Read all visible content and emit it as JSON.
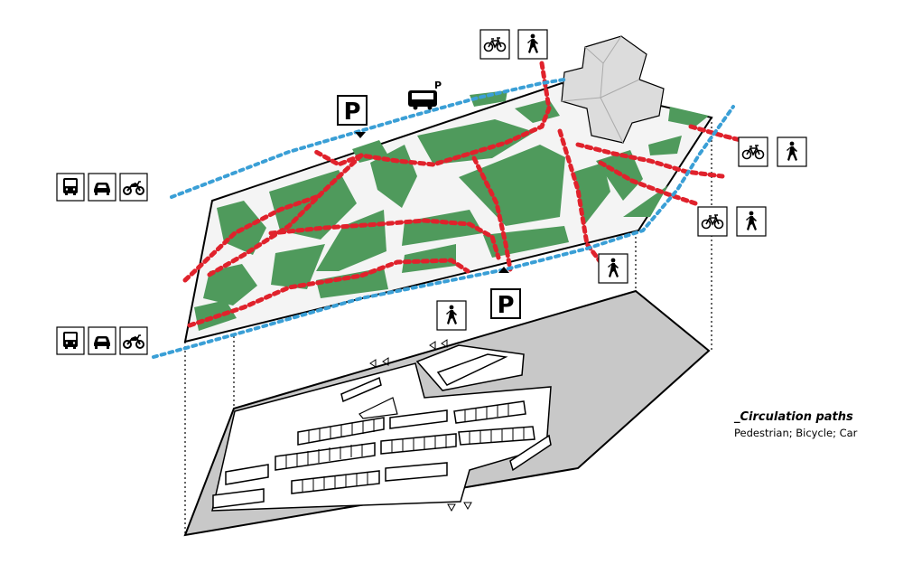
{
  "legend": {
    "title": "_Circulation paths",
    "subtitle": "Pedestrian; Bicycle; Car"
  },
  "signs": {
    "parking_letter": "P",
    "bus_stop_letter": "P"
  },
  "icons": [
    "bus-icon",
    "car-icon",
    "motorcycle-icon",
    "bicycle-icon",
    "pedestrian-icon",
    "parking-sign-icon"
  ],
  "colors": {
    "green_space": "#4f9a5c",
    "path_white": "#ffffff",
    "pedestrian_route": "#e0222c",
    "vehicle_route": "#3a9fd6",
    "underground_floor": "#c8c8c8",
    "building": "#dcdcdc",
    "outline": "#000000"
  }
}
